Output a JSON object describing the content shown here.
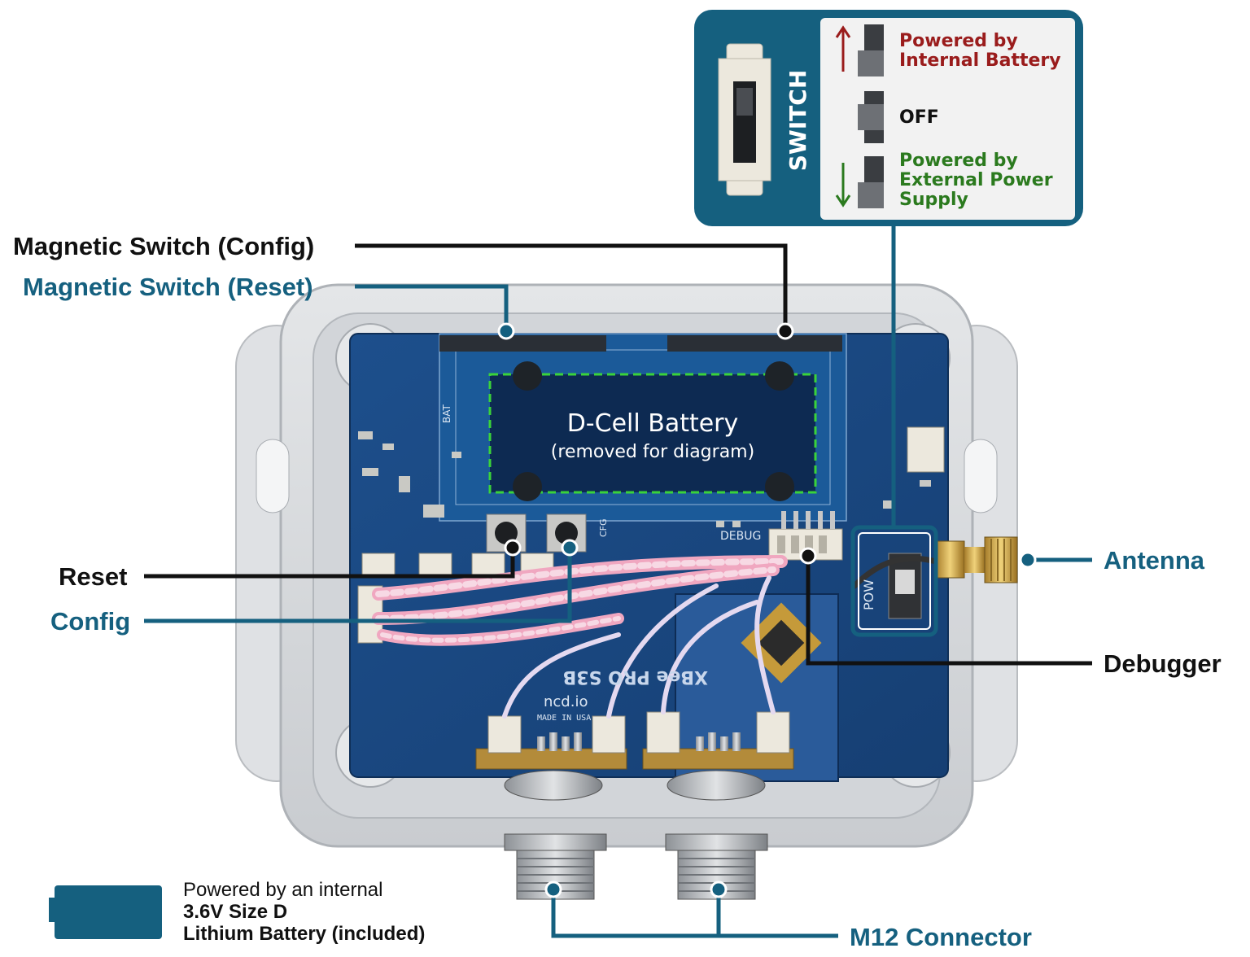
{
  "switch_panel": {
    "title": "SWITCH",
    "up_label": [
      "Powered by",
      "Internal Battery"
    ],
    "off_label": "OFF",
    "down_label": [
      "Powered by",
      "External Power",
      "Supply"
    ],
    "colors": {
      "panel": "#15607f",
      "up": "#9a1c1c",
      "off": "#111111",
      "down": "#2b7a1e"
    }
  },
  "callouts": {
    "magnetic_config": "Magnetic Switch (Config)",
    "magnetic_reset": "Magnetic Switch (Reset)",
    "reset": "Reset",
    "config": "Config",
    "antenna": "Antenna",
    "debugger": "Debugger",
    "m12": "M12 Connector"
  },
  "battery_area": {
    "title": "D-Cell Battery",
    "subtitle": "(removed for diagram)"
  },
  "board_marks": {
    "debug": "DEBUG",
    "cfg": "CFG",
    "bat": "BAT",
    "pow": "POW",
    "brand": "ncd.io",
    "made": "MADE IN USA",
    "module": "XBee PRO S3B"
  },
  "footer": {
    "line1": "Powered by an internal",
    "line2": "3.6V Size D",
    "line3": "Lithium Battery (included)"
  }
}
